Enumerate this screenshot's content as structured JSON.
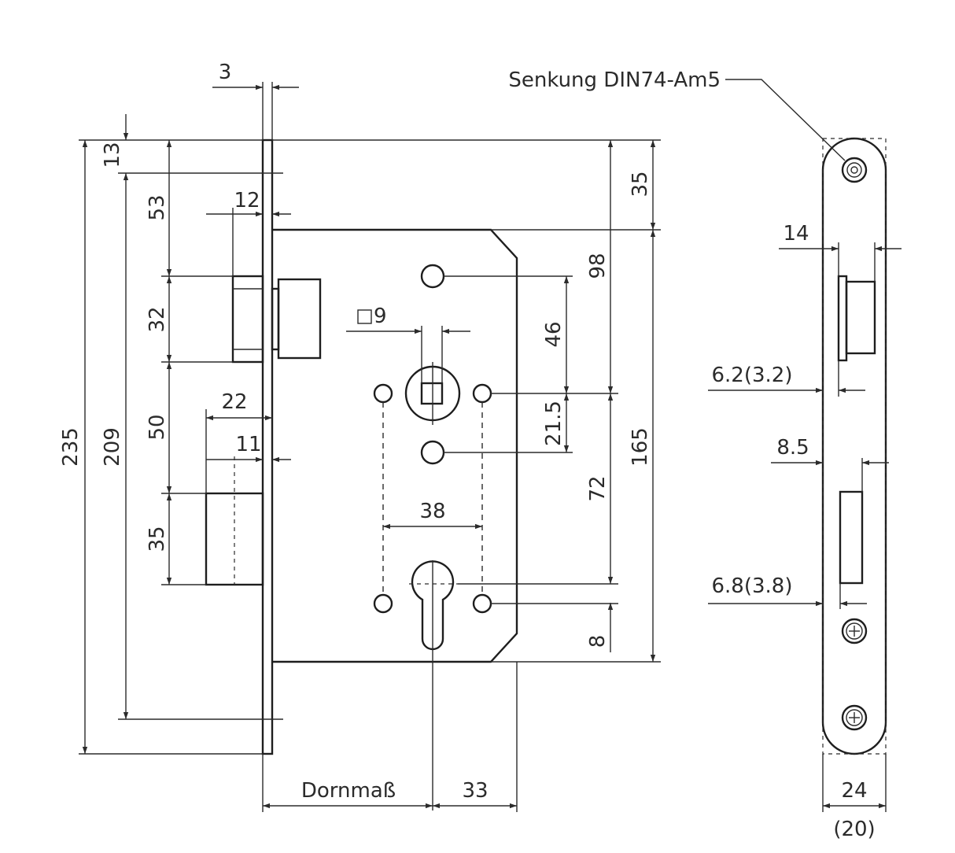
{
  "labels": {
    "countersink": "Senkung DIN74-Am5",
    "square_size": "9",
    "backset": "Dornmaß"
  },
  "dimensions": {
    "faceplate_thickness": "3",
    "top_to_latch": "13",
    "top_to_latch_top": "53",
    "latch_projection": "12",
    "latch_height": "32",
    "latch_to_bolt": "50",
    "bolt_projection_total": "22",
    "bolt_projection": "11",
    "bolt_height": "35",
    "total_height": "235",
    "screw_distance": "209",
    "top_to_case": "35",
    "case_to_spindle": "98",
    "hole_to_spindle": "46",
    "spindle_to_hole": "21.5",
    "case_height": "165",
    "spindle_to_cylinder": "72",
    "cylinder_to_bottom": "8",
    "hole_spacing": "38",
    "cylinder_to_case_edge": "33",
    "side_latch_width": "14",
    "side_latch_offset": "6.2(3.2)",
    "side_bolt_width": "8.5",
    "side_bolt_offset": "6.8(3.8)",
    "faceplate_width": "24",
    "faceplate_width_alt": "(20)"
  }
}
